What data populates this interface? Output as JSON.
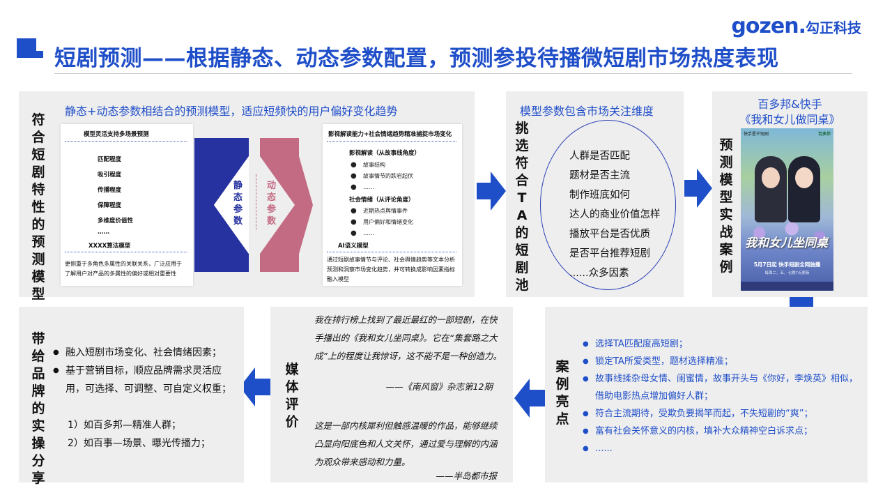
{
  "brand": {
    "logo_text": "gozen.",
    "logo_cn": "勾正科技",
    "accent": "#1f4ec9"
  },
  "header": {
    "title": "短剧预测——根据静态、动态参数配置，预测参投待播微短剧市场热度表现"
  },
  "panel1": {
    "side_title": "符合短剧特性的预测模型",
    "heading": "静态+动态参数相结合的预测模型，适应短频快的用户偏好变化趋势",
    "left_card": {
      "title": "模型灵活支持多场景预测",
      "items": [
        "匹配程度",
        "吸引程度",
        "传播程度",
        "保障程度",
        "多维度价值性",
        "……"
      ],
      "algo_title": "XXXX算法模型",
      "algo_desc": "更侧重于多角色多属性的关联关系，广泛应用于了解用户对产品的多属性的偏好或相对重要性"
    },
    "static_label": "静态参数",
    "dynamic_label": "动态参数",
    "right_card": {
      "title": "影视解读能力+社会情绪趋势精准捕捉市场变化",
      "sec1_title": "影视解读（从故事线角度）",
      "sec1_items": [
        "故事结构",
        "故事情节的跌宕起伏",
        "……"
      ],
      "sec2_title": "社会情绪（从评论角度）",
      "sec2_items": [
        "近期热点舆情事件",
        "用户偏好和情绪变化",
        "……"
      ],
      "ai_title": "AI语义模型",
      "ai_desc": "通过短剧故事情节与评论、社会舆情趋势等文本分析预测和洞察市场变化趋势，并可转换成影响因素指标融入模型"
    }
  },
  "panel2": {
    "heading": "模型参数包含市场关注维度",
    "side_title": "挑选符合TA的短剧池",
    "factors": [
      "人群是否匹配",
      "题材是否主流",
      "制作班底如何",
      "达人的商业价值怎样",
      "播放平台是否优质",
      "是否平台推荐短剧",
      "......众多因素"
    ]
  },
  "panel3": {
    "heading_line1": "百多邦&快手",
    "heading_line2": "《我和女儿做同桌》",
    "side_title": "预测模型实战案例",
    "poster": {
      "top_left": "快手星芒短剧",
      "top_right": "百多邦",
      "title": "我和女儿坐同桌",
      "date": "5月7日起 快手短剧全网独播",
      "sub": "每周二、五、七晚7点更新"
    }
  },
  "panel4": {
    "side_title": "案例亮点",
    "items": [
      "选择TA匹配度高短剧；",
      "锁定TA所爱类型，题材选择精准；",
      "故事线揉杂母女情、闺蜜情，故事开头与《你好，李焕英》相似，借助电影热点增加偏好人群；",
      "符合主流期待，受欺负要揭竿而起，不失短剧的“爽”；",
      "富有社会关怀意义的内核，填补大众精神空白诉求点；",
      "......"
    ]
  },
  "panel5": {
    "side_title": "媒体评价",
    "quote1": "我在排行榜上找到了最近最红的一部短剧，在快手播出的《我和女儿坐同桌》。它在“集套路之大成”上的程度让我惊讶，这不能不是一种创造力。",
    "source1": "——《南风窗》杂志第12期",
    "quote2": "这是一部内核犀利但触感温暖的作品，能够继续凸显向阳底色和人文关怀，通过爱与理解的内涵为观众带来感动和力量。",
    "source2": "——半岛都市报"
  },
  "panel6": {
    "side_title": "带给品牌的实操分享",
    "items": [
      "融入短剧市场变化、社会情绪因素；",
      "基于营销目标，顺应品牌需求灵活应用，可选择、可调整、可自定义权重；"
    ],
    "subitems": [
      "1）如百多邦—精准人群；",
      "2）如百事—场景、曝光传播力；"
    ]
  }
}
